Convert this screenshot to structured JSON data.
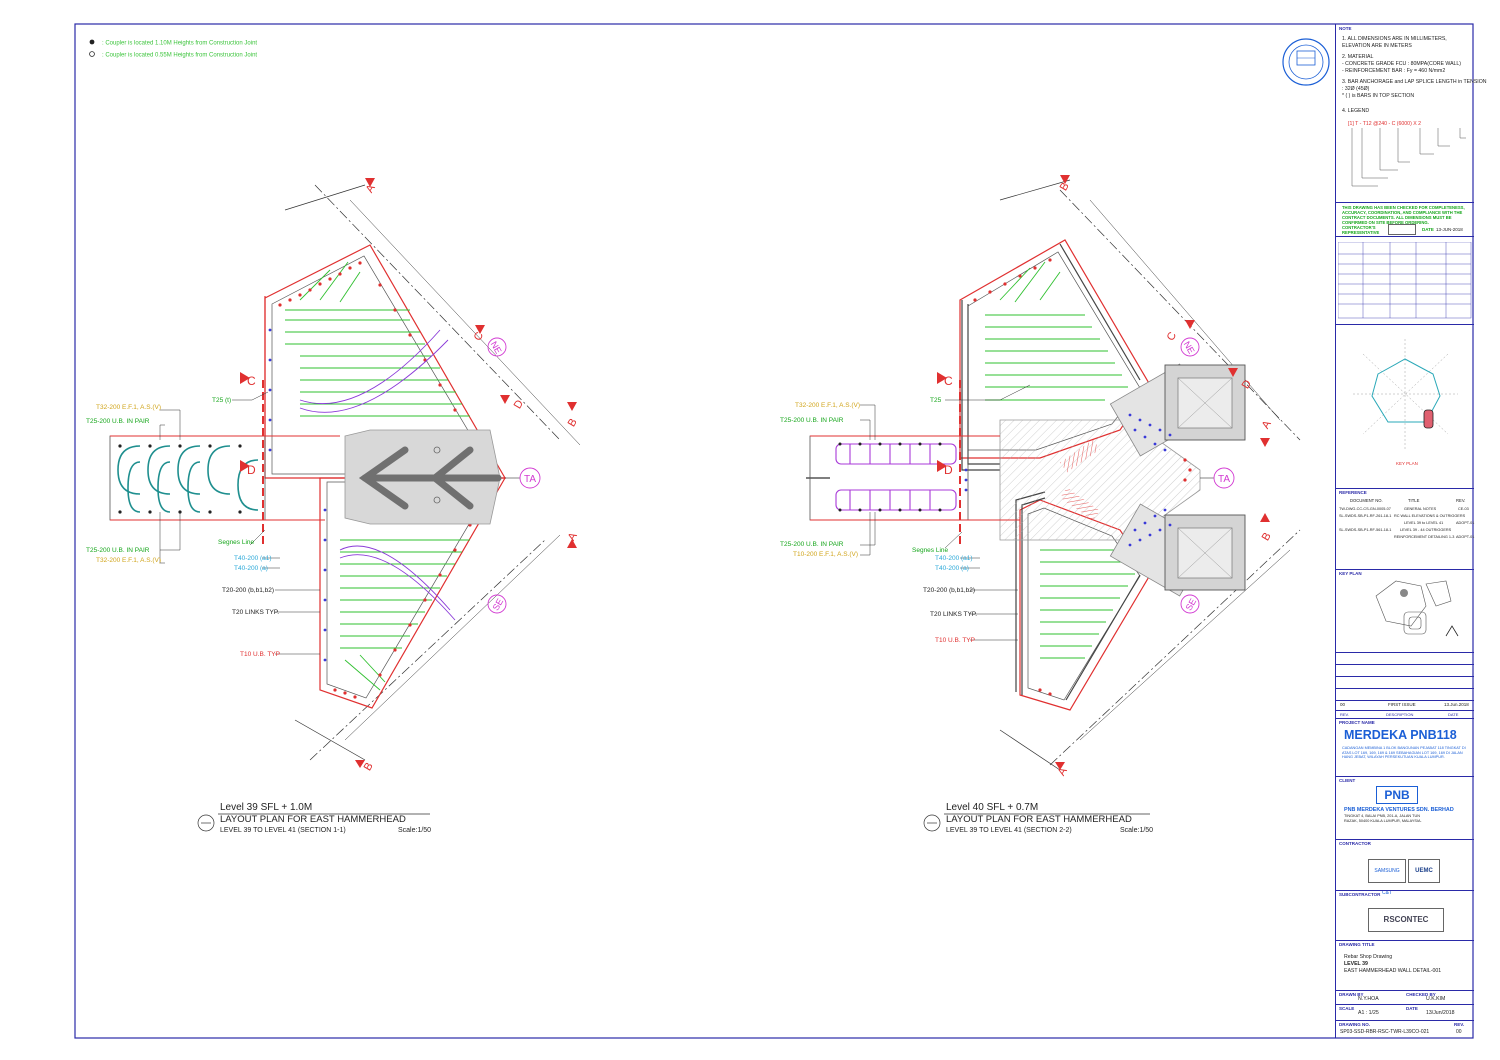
{
  "legend_notes": {
    "solid": ": Coupler is located 1.10M Heights from Construction Joint",
    "hollow": ": Coupler is located 0.55M Heights from Construction Joint"
  },
  "plan1": {
    "title_line1": "Level 39 SFL + 1.0M",
    "title_line2": "LAYOUT PLAN FOR EAST HAMMERHEAD",
    "title_line3": "LEVEL 39 TO LEVEL 41  (SECTION 1-1)",
    "scale": "Scale:1/50",
    "labels": {
      "t32": "T32-200  E.F.1, A.S.(V)",
      "t25pair_top": "T25-200 U.B. IN PAIR",
      "t25pair_bot": "T25-200 U.B. IN PAIR",
      "t32_bot": "T32-200  E.F.1, A.S.(V)",
      "t25t": "T25 (t)",
      "segnes": "Segnes Line",
      "t40": "T40-200 (a1)",
      "t40b": "T40-200 (a)",
      "t20b": "T20-200 (b,b1,b2)",
      "t20links": "T20 LINKS TYP.",
      "t10": "T10 U.B. TYP"
    }
  },
  "plan2": {
    "title_line1": "Level 40 SFL + 0.7M",
    "title_line2": "LAYOUT PLAN FOR EAST HAMMERHEAD",
    "title_line3": "LEVEL 39 TO LEVEL 41  (SECTION 2-2)",
    "scale": "Scale:1/50",
    "labels": {
      "t32": "T32-200  E.F.1, A.S.(V)",
      "t25pair_top": "T25-200 U.B. IN PAIR",
      "t25": "T25",
      "t25pair_bot": "T25-200 U.B. IN PAIR",
      "t10": "T10-200  E.F.1, A.S.(V)",
      "segnes": "Segnes Line",
      "t40": "T40-200 (a1)",
      "t40b": "T40-200 (a)",
      "t20b": "T20-200 (b,b1,b2)",
      "t20links": "T20 LINKS TYP.",
      "t10ub": "T10 U.B. TYP"
    }
  },
  "grid_labels": {
    "A": "A",
    "B": "B",
    "C": "C",
    "D": "D",
    "TA": "TA",
    "NE": "NE",
    "SE": "SE"
  },
  "title_block": {
    "notes_caption": "NOTE",
    "notes": [
      "1. ALL DIMENSIONS ARE IN MILLIMETERS,",
      "   ELEVATION ARE IN METERS",
      "2. MATERIAL",
      " - CONCRETE GRADE FCU : 80MPA(CORE WALL)",
      " - REINFORCEMENT BAR : Fy = 460 N/mm2",
      "3. BAR ANCHORAGE and LAP SPLICE LENGTH in TENSION",
      " : 32Ø (45Ø)",
      "  * (  ) is BARS IN TOP SECTION",
      "4. LEGEND"
    ],
    "legend_formula": "[1]  T  -  T12  @240  -  C  (6000)  X 2",
    "check_note": "THIS DRAWING HAS BEEN CHECKED FOR COMPLETENESS, ACCURACY, COORDINATION, AND COMPLIANCE WITH THE CONTRACT DOCUMENTS. ALL DIMENSIONS MUST BE CONFIRMED ON SITE BEFORE ORDERING.",
    "contractor_rep": "CONTRACTOR'S REPRESENTATIVE",
    "date_label": "DATE",
    "date_value": "13-JUN-2018",
    "key_plan": "KEY PLAN",
    "reference": "REFERENCE",
    "ref_headers": [
      "DOCUMENT NO.",
      "TITLE",
      "REV."
    ],
    "ref_rows": [
      [
        "TW-DWG-CC-CS-GN-0005-07",
        "GENERAL NOTES",
        "CE-03"
      ],
      [
        "SL-SWDS-SB-P1-RF-261-18-1",
        "RC WALL ELEVATIONS & OUTRIGGERS",
        ""
      ],
      [
        "",
        "LEVEL 39 to LEVEL 41",
        "ADOPT-01"
      ],
      [
        "SL-SWDS-SB-P1-RF-561-18-1",
        "LEVEL 39 - 44 OUTRIGGERS",
        ""
      ],
      [
        "",
        "REINFORCEMENT DETAILING 1-3",
        "ADOPT-01"
      ]
    ],
    "key_plan2": "KEY PLAN",
    "rev_no": "00",
    "rev_desc": "FIRST ISSUE",
    "rev_date": "13.Jun.2018",
    "rev_headers": [
      "REV.",
      "DESCRIPTION",
      "DATE"
    ],
    "project_caption": "PROJECT NAME",
    "project_name": "MERDEKA PNB118",
    "project_desc": "CADANGAN MEMBINA 1 BLOK BANGUNAN PEJABAT 118 TINGKAT DI ATAS LOT 169, 169, 169 & 169 SEBAHAGIAN LOT 169, 169 DI JALAN HANG JEBAT, WILAYAH PERSEKUTUAN KUALA LUMPUR.",
    "client_caption": "CLIENT",
    "client_logo": "PNB",
    "client_name": "PNB MERDEKA VENTURES SDN. BERHAD",
    "client_addr": "TINGKAT 4, BALAI PNB, 201-A, JALAN TUN RAZAK, 50400 KUALA LUMPUR, MALAYSIA.",
    "contractor_caption": "CONTRACTOR",
    "contractor1": "SAMSUNG C&T",
    "contractor2": "UEMC",
    "subcontractor_caption": "SUBCONTRACTOR",
    "subcontractor": "RSCONTEC",
    "drawing_title_caption": "DRAWING TITLE",
    "drawing_title": [
      "Rebar Shop Drawing",
      "LEVEL 39",
      "EAST HAMMERHEAD WALL DETAIL-001"
    ],
    "drawn_by_label": "DRAWN BY",
    "drawn_by": "N.Y.HOA",
    "checked_by_label": "CHECKED BY",
    "checked_by": "U.K.KIM",
    "scale_label": "SCALE",
    "scale": "A1 : 1/25",
    "date2_label": "DATE",
    "date2": "13/Jun/2018",
    "drawing_no_label": "DRAWING NO.",
    "drawing_no": "SP03-SSD-RBR-RSC-TWR-L39CO-021",
    "rev_label": "REV.",
    "rev": "00"
  }
}
